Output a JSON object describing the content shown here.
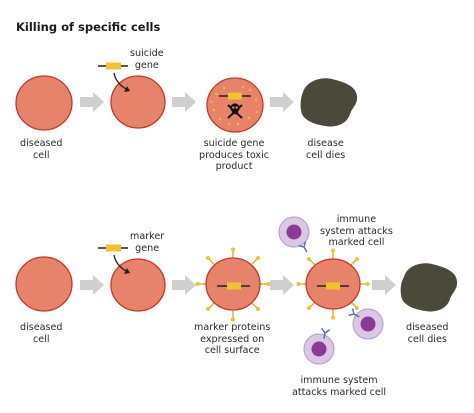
{
  "title": "Killing of specific cells",
  "colors": {
    "cell_fill": "#e8836b",
    "cell_stroke": "#c0392b",
    "dead_cell": "#4b4a3a",
    "gene_yellow": "#f2c12e",
    "arrow_gray": "#cfcfcf",
    "immune_outer": "#d9c7e3",
    "immune_nucleus": "#8b3a96",
    "antibody_blue": "#4a6fb5"
  },
  "top_row": {
    "gene_label": "suicide\ngene",
    "labels": {
      "diseased": "diseased\ncell",
      "product": "suicide gene\nproduces toxic\nproduct",
      "dies": "disease\ncell dies"
    }
  },
  "bottom_row": {
    "gene_label": "marker\ngene",
    "labels": {
      "diseased": "diseased\ncell",
      "markers": "marker proteins\nexpressed on\ncell surface",
      "immune_top": "immune\nsystem attacks\nmarked cell",
      "immune_bottom": "immune system\nattacks marked cell",
      "dies": "diseased\ncell dies"
    }
  }
}
